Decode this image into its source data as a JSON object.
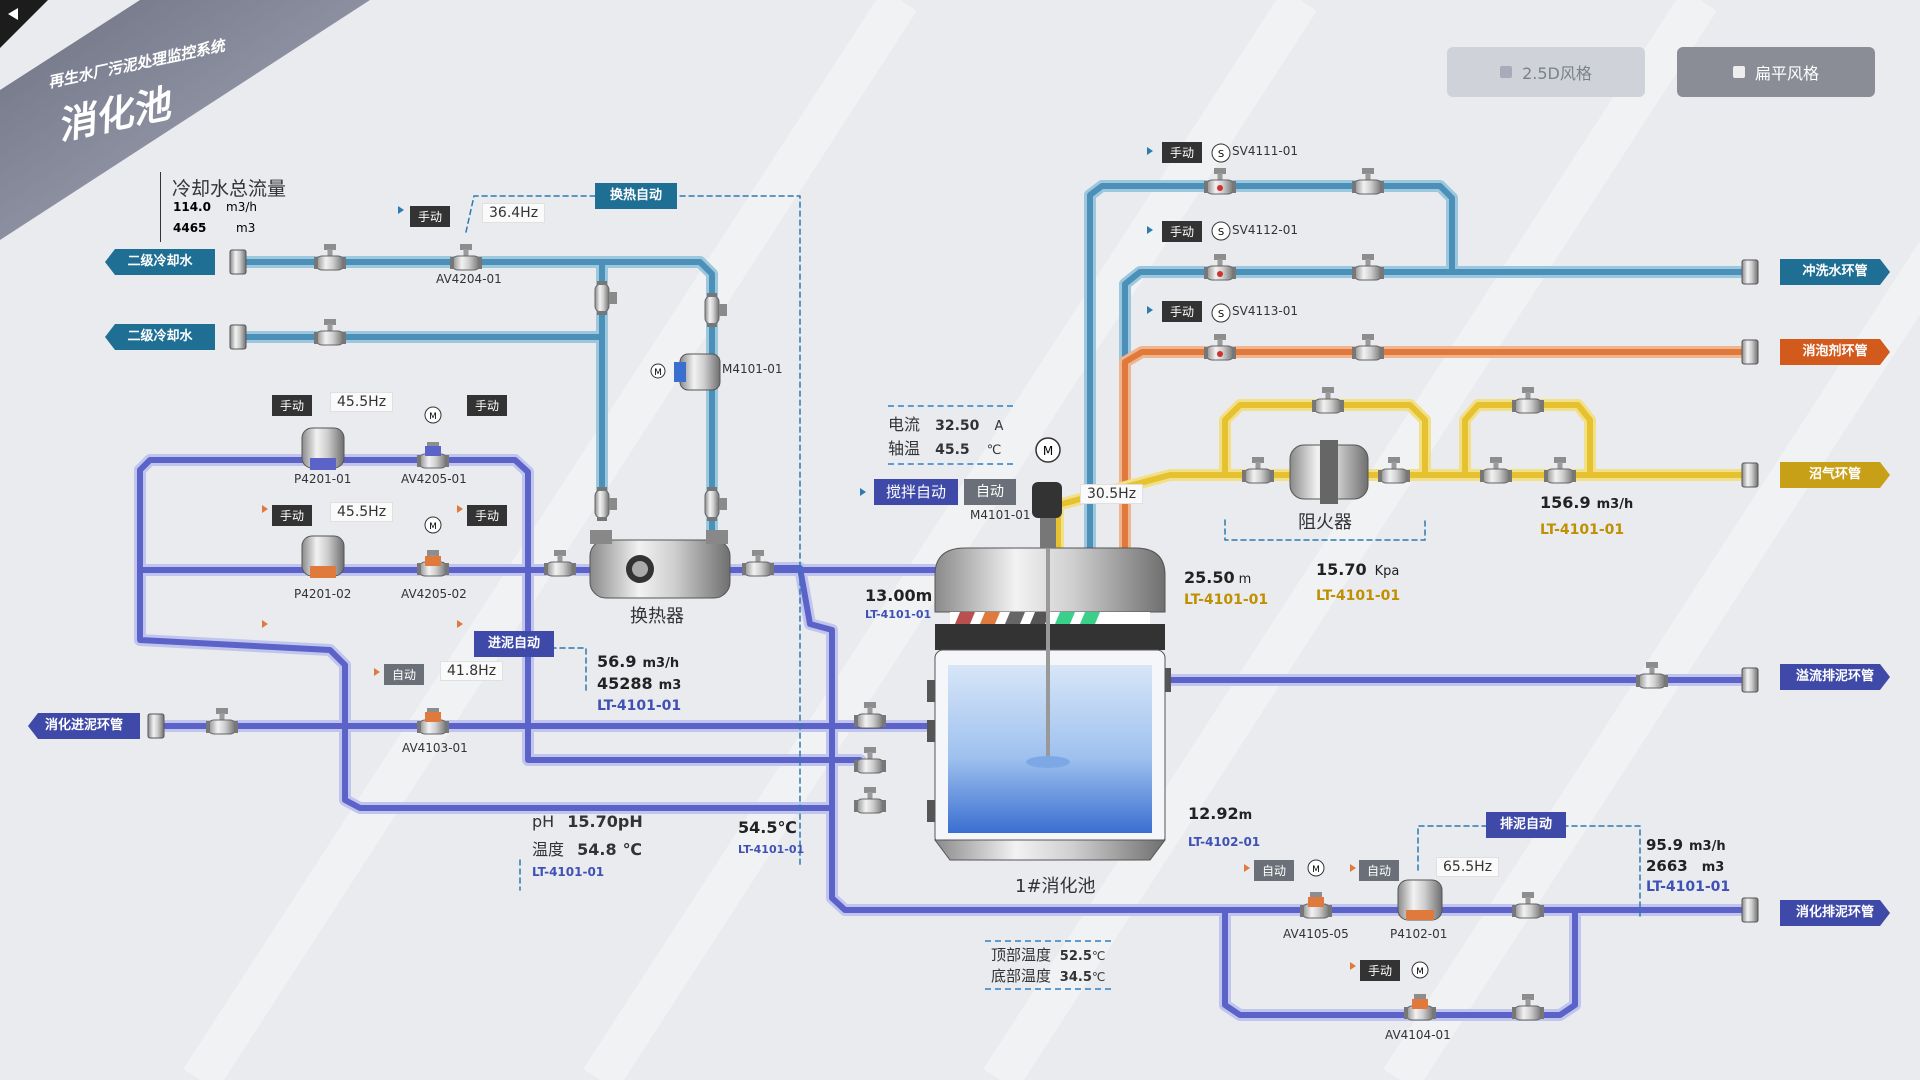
{
  "header": {
    "system_name": "再生水厂污泥处理监控系统",
    "page_title": "消化池"
  },
  "view_buttons": {
    "style_25d": "2.5D风格",
    "style_flat": "扁平风格"
  },
  "pipe_labels": {
    "secondary_cooling_1": "二级冷却水",
    "secondary_cooling_2": "二级冷却水",
    "digest_inlet_ring": "消化进泥环管",
    "flush_water_ring": "冲洗水环管",
    "defoamer_ring": "消泡剂环管",
    "biogas_ring": "沼气环管",
    "overflow_sludge_ring": "溢流排泥环管",
    "digest_outlet_ring": "消化排泥环管"
  },
  "cooling_flow": {
    "title": "冷却水总流量",
    "flow_value": "114.0",
    "flow_unit": "m3/h",
    "total_value": "4465",
    "total_unit": "m3"
  },
  "heat_exchange": {
    "auto_label": "换热自动",
    "valve_mode": "手动",
    "valve_hz": "36.4Hz",
    "valve_id": "AV4204-01",
    "pump_id": "M4101-01",
    "exchanger_label": "换热器"
  },
  "sludge_pumps": [
    {
      "mode": "手动",
      "hz": "45.5Hz",
      "pump_id": "P4201-01",
      "valve_mode": "手动",
      "valve_id": "AV4205-01"
    },
    {
      "mode": "手动",
      "hz": "45.5Hz",
      "pump_id": "P4201-02",
      "valve_mode": "手动",
      "valve_id": "AV4205-02"
    }
  ],
  "inlet": {
    "auto_label": "进泥自动",
    "mode": "自动",
    "hz": "41.8Hz",
    "valve_id": "AV4103-01",
    "flow_value": "56.9",
    "flow_unit": "m3/h",
    "total_value": "45288",
    "total_unit": "m3",
    "tag_id": "LT-4101-01"
  },
  "ph_temp": {
    "ph_label": "pH",
    "ph_value": "15.70",
    "ph_unit": "pH",
    "temp_label": "温度",
    "temp_value": "54.8",
    "temp_unit": "℃",
    "tag_id": "LT-4101-01"
  },
  "temp_right": {
    "value": "54.5",
    "unit": "℃",
    "tag_id": "LT-4101-01"
  },
  "level_left": {
    "value": "13.00",
    "unit": "m",
    "tag_id": "LT-4101-01"
  },
  "mixer": {
    "current_label": "电流",
    "current_value": "32.50",
    "current_unit": "A",
    "bearing_label": "轴温",
    "bearing_value": "45.5",
    "bearing_unit": "℃",
    "auto_btn": "搅拌自动",
    "mode": "自动",
    "motor_id": "M4101-01",
    "hz": "30.5Hz"
  },
  "digester": {
    "name": "1#消化池",
    "top_temp_label": "顶部温度",
    "top_temp_value": "52.5",
    "bottom_temp_label": "底部温度",
    "bottom_temp_value": "34.5",
    "temp_unit": "℃",
    "level_bottom_value": "12.92",
    "level_bottom_unit": "m",
    "level_bottom_id": "LT-4102-01"
  },
  "solenoids": [
    {
      "mode": "手动",
      "id": "SV4111-01"
    },
    {
      "mode": "手动",
      "id": "SV4112-01"
    },
    {
      "mode": "手动",
      "id": "SV4113-01"
    }
  ],
  "biogas": {
    "arrester_label": "阻火器",
    "flow_value": "156.9",
    "flow_unit": "m3/h",
    "flow_id": "LT-4101-01",
    "level_value": "25.50",
    "level_unit": "m",
    "level_id": "LT-4101-01",
    "pressure_value": "15.70",
    "pressure_unit": "Kpa",
    "pressure_id": "LT-4101-01"
  },
  "discharge": {
    "auto_label": "排泥自动",
    "valve_mode": "自动",
    "valve_id": "AV4105-05",
    "pump_mode": "自动",
    "pump_hz": "65.5Hz",
    "pump_id": "P4102-01",
    "bypass_mode": "手动",
    "bypass_id": "AV4104-01",
    "flow_value": "95.9",
    "flow_unit": "m3/h",
    "total_value": "2663",
    "total_unit": "m3",
    "tag_id": "LT-4101-01"
  },
  "colors": {
    "cooling_pipe": "#4a90b8",
    "sludge_pipe": "#5b63c9",
    "defoamer_pipe": "#e07a3c",
    "biogas_pipe": "#e6c230",
    "tag_blue": "#1f6f94",
    "tag_indigo": "#3f4aa8",
    "tag_orange": "#d25a1c",
    "tag_gold": "#c8a018"
  }
}
